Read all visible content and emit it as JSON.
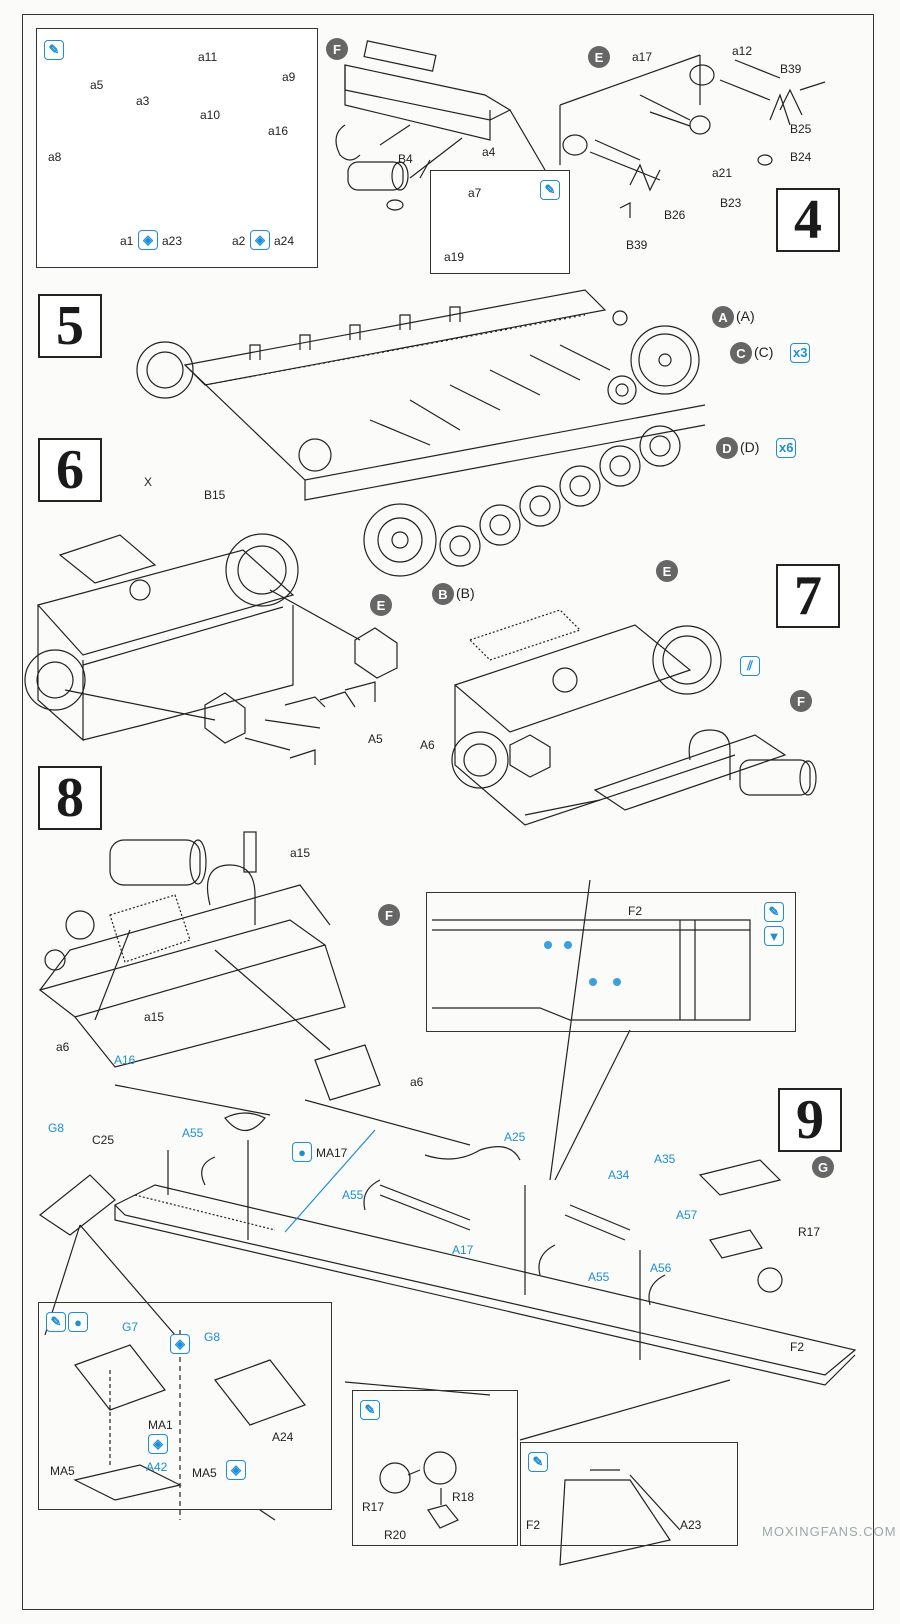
{
  "step_numbers": {
    "s4": "4",
    "s5": "5",
    "s6": "6",
    "s7": "7",
    "s8": "8",
    "s9": "9"
  },
  "step4": {
    "sub_left": {
      "parts": [
        "a11",
        "a9",
        "a10",
        "a16",
        "a5",
        "a3",
        "a8",
        "a1",
        "a23",
        "a2",
        "a24"
      ]
    },
    "f_badge": "F",
    "f_parts": {
      "b4": "B4",
      "a4": "a4"
    },
    "sub_mid": {
      "a7": "a7",
      "a19": "a19"
    },
    "e_badge": "E",
    "e_parts": {
      "a17": "a17",
      "a12": "a12",
      "b39_top": "B39",
      "b25": "B25",
      "b24": "B24",
      "a21": "a21",
      "b23": "B23",
      "b26": "B26",
      "b39_bot": "B39"
    }
  },
  "step5": {
    "a_label": "A",
    "a_paren": "A",
    "c_label": "C",
    "c_paren": "C",
    "c_mult": "x3",
    "d_label": "D",
    "d_paren": "D",
    "d_mult": "x6",
    "b_label": "B",
    "b_paren": "B"
  },
  "step6": {
    "x": "X",
    "b15": "B15",
    "e": "E",
    "a5": "A5",
    "a6": "A6"
  },
  "step7": {
    "e": "E",
    "f": "F"
  },
  "step8": {
    "a15_top": "a15",
    "f": "F",
    "a15": "a15",
    "a6_left": "a6",
    "a6_right": "a6"
  },
  "step9": {
    "g_badge": "G",
    "inset_f2": "F2",
    "labels": {
      "a16": "A16",
      "c25": "C25",
      "a55_1": "A55",
      "ma17": "MA17",
      "a25": "A25",
      "g8": "G8",
      "a55_2": "A55",
      "a17": "A17",
      "a34": "A34",
      "a35": "A35",
      "a57": "A57",
      "r17": "R17",
      "a55_3": "A55",
      "a56": "A56",
      "f2": "F2"
    },
    "sub_g": {
      "g7": "G7",
      "ma1": "MA1",
      "a42": "A42",
      "ma5": "MA5",
      "g8": "G8",
      "ma5_b": "MA5",
      "a24": "A24"
    },
    "sub_r": {
      "r17": "R17",
      "r18": "R18",
      "r20": "R20"
    },
    "sub_f2": {
      "f2": "F2",
      "a23": "A23"
    }
  },
  "watermark": "MOXINGFANS.COM",
  "colors": {
    "accent": "#1e8ed6",
    "badge": "#666666",
    "line": "#1a1a1a"
  }
}
